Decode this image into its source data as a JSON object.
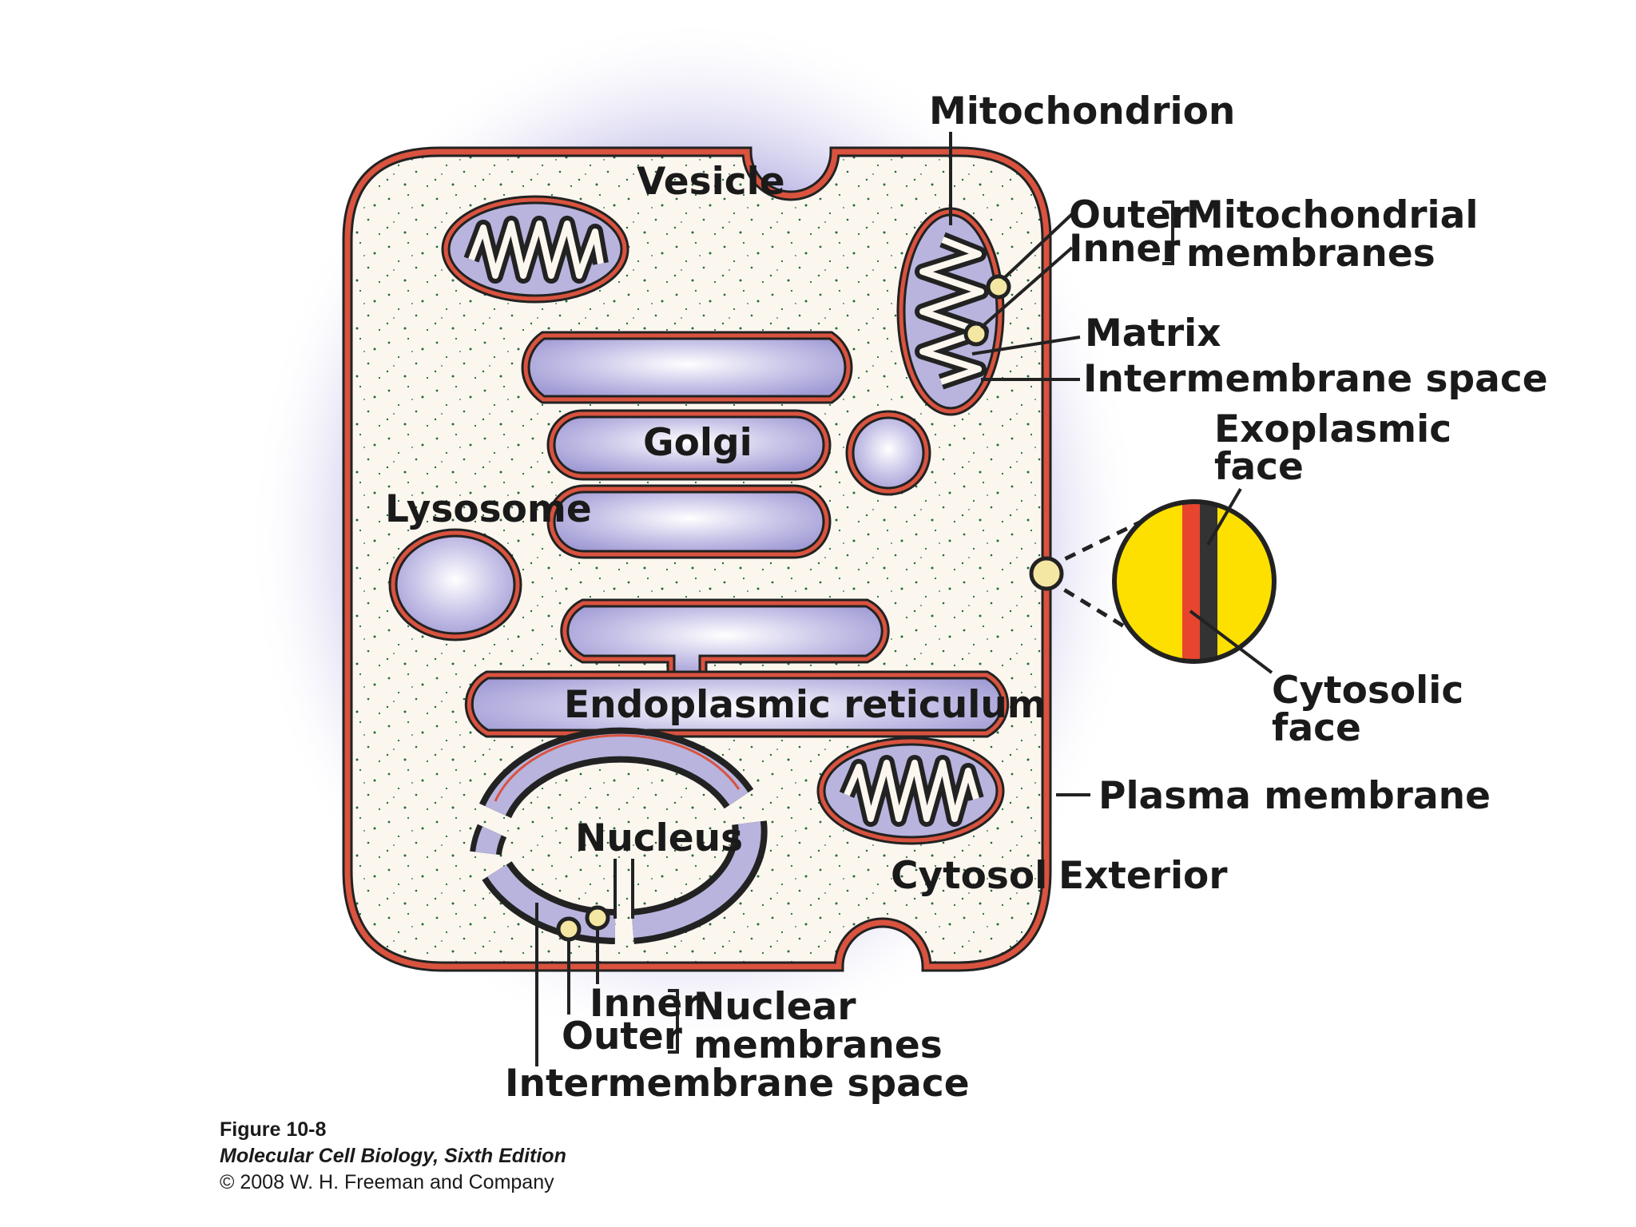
{
  "labels": {
    "vesicle": "Vesicle",
    "golgi": "Golgi",
    "lysosome": "Lysosome",
    "er": "Endoplasmic reticulum",
    "nucleus": "Nucleus",
    "cytosol": "Cytosol",
    "exterior": "Exterior",
    "mitochondrion": "Mitochondrion",
    "mito_outer": "Outer",
    "mito_inner": "Inner",
    "mito_membranes_1": "Mitochondrial",
    "mito_membranes_2": "membranes",
    "matrix": "Matrix",
    "mito_intermembrane": "Intermembrane space",
    "exoplasmic_1": "Exoplasmic",
    "exoplasmic_2": "face",
    "cytosolic_1": "Cytosolic",
    "cytosolic_2": "face",
    "plasma_membrane": "Plasma membrane",
    "nuc_inner": "Inner",
    "nuc_outer": "Outer",
    "nuc_membranes_1": "Nuclear",
    "nuc_membranes_2": "membranes",
    "nuc_intermembrane": "Intermembrane space"
  },
  "caption": {
    "figure": "Figure 10-8",
    "book": "Molecular Cell Biology, Sixth Edition",
    "copyright": "© 2008 W. H. Freeman and Company"
  },
  "colors": {
    "membrane": "#d9533f",
    "lumen": "#b8b4de",
    "cytosol": "#fbf7ef",
    "halo": "#a8a2dc",
    "bilayer_yellow": "#fde000",
    "bilayer_red": "#e8452f",
    "bilayer_dark": "#333333",
    "speckle": "#1f6b3c"
  }
}
